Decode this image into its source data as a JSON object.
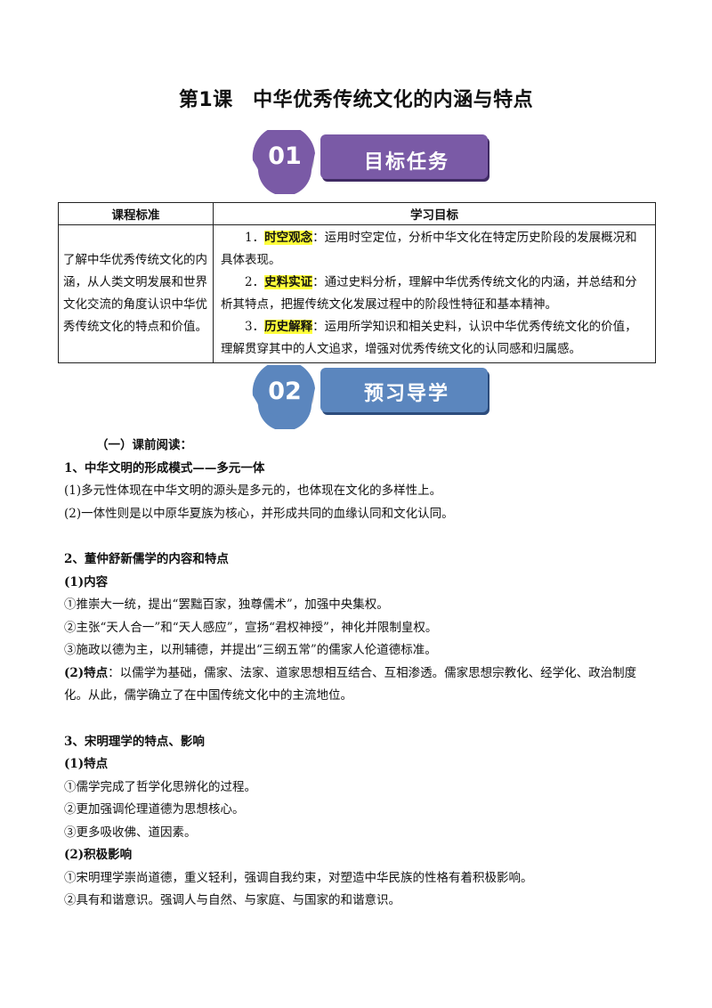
{
  "title": "第1课　中华优秀传统文化的内涵与特点",
  "banners": [
    {
      "number": "01",
      "label": "目标任务",
      "color": "#7a5aa6"
    },
    {
      "number": "02",
      "label": "预习导学",
      "color": "#5b86be"
    }
  ],
  "table": {
    "headers": [
      "课程标准",
      "学习目标"
    ],
    "standard": "了解中华优秀传统文化的内涵，从人类文明发展和世界文化交流的角度认识中华优秀传统文化的特点和价值。",
    "objectives": [
      {
        "num": "1．",
        "key": "时空观念",
        "text": "：运用时空定位，分析中华文化在特定历史阶段的发展概况和具体表现。"
      },
      {
        "num": "2．",
        "key": "史料实证",
        "text": "：通过史料分析，理解中华优秀传统文化的内涵，并总结和分析其特点，把握传统文化发展过程中的阶段性特征和基本精神。"
      },
      {
        "num": "3．",
        "key": "历史解释",
        "text": "：运用所学知识和相关史料，认识中华优秀传统文化的价值，理解贯穿其中的人文追求，增强对优秀传统文化的认同感和归属感。"
      }
    ]
  },
  "reading": {
    "heading": "（一）课前阅读：",
    "s1": {
      "title": "1、中华文明的形成模式——多元一体",
      "p1": "(1)多元性体现在中华文明的源头是多元的，也体现在文化的多样性上。",
      "p2": "(2)一体性则是以中原华夏族为核心，并形成共同的血缘认同和文化认同。"
    },
    "s2": {
      "title": "2、董仲舒新儒学的内容和特点",
      "sub1": "(1)内容",
      "items": [
        "①推崇大一统，提出“罢黜百家，独尊儒术”，加强中央集权。",
        "②主张“天人合一”和“天人感应”，宣扬“君权神授”，神化并限制皇权。",
        "③施政以德为主，以刑辅德，并提出“三纲五常”的儒家人伦道德标准。"
      ],
      "sub2": "(2)特点",
      "feature_text": "：以儒学为基础，儒家、法家、道家思想相互结合、互相渗透。儒家思想宗教化、经学化、政治制度化。从此，儒学确立了在中国传统文化中的主流地位。"
    },
    "s3": {
      "title": "3、宋明理学的特点、影响",
      "sub1": "(1)特点",
      "items1": [
        "①儒学完成了哲学化思辨化的过程。",
        "②更加强调伦理道德为思想核心。",
        "③更多吸收佛、道因素。"
      ],
      "sub2": "(2)积极影响",
      "items2": [
        "①宋明理学崇尚道德，重义轻利，强调自我约束，对塑造中华民族的性格有着积极影响。",
        "②具有和谐意识。强调人与自然、与家庭、与国家的和谐意识。"
      ]
    }
  }
}
